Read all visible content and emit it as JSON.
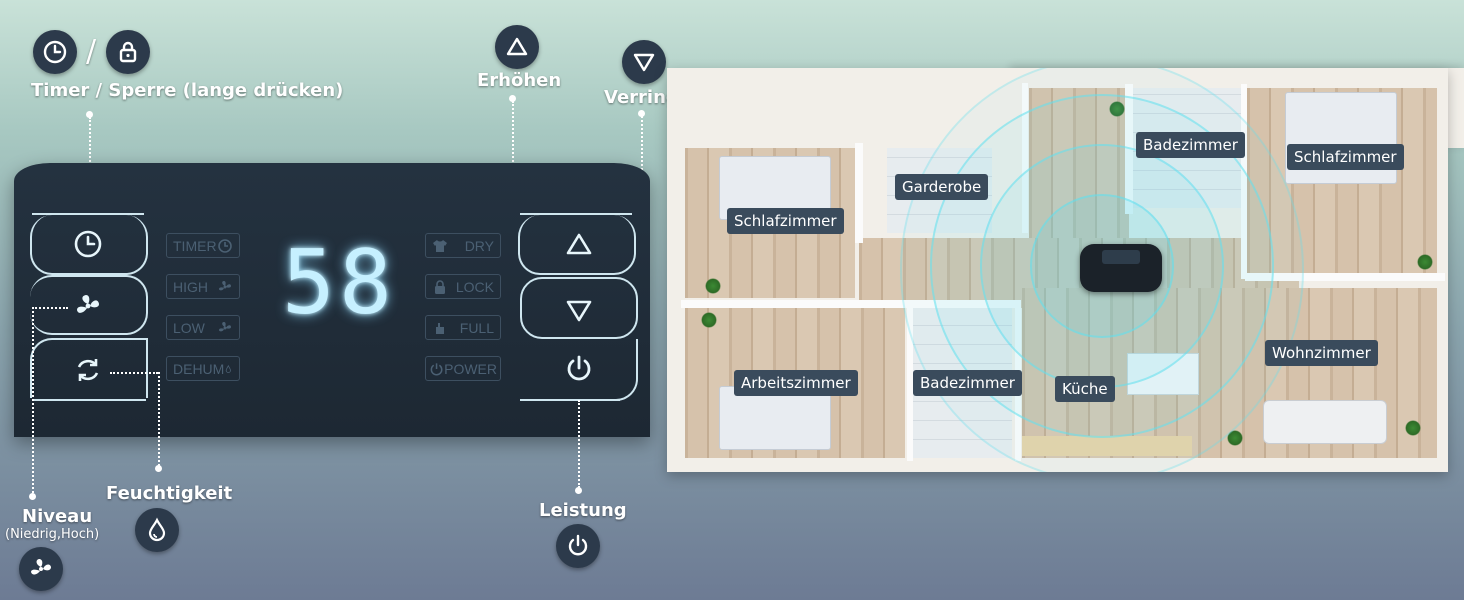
{
  "callouts": {
    "timer_lock": "Timer / Sperre (lange drücken)",
    "slash": "/",
    "increase": "Erhöhen",
    "decrease": "Verringern",
    "level": "Niveau",
    "level_sub": "(Niedrig,Hoch)",
    "humidity": "Feuchtigkeit",
    "power": "Leistung"
  },
  "panel": {
    "display_value": "58",
    "indicators_left": [
      "TIMER",
      "HIGH",
      "LOW",
      "DEHUM"
    ],
    "indicators_right": [
      "DRY",
      "LOCK",
      "FULL",
      "POWER"
    ]
  },
  "floorplan": {
    "rooms": [
      "Schlafzimmer",
      "Garderobe",
      "Badezimmer",
      "Schlafzimmer",
      "Arbeitszimmer",
      "Badezimmer",
      "Küche",
      "Wohnzimmer"
    ]
  },
  "icons": {
    "timer": "clock-icon",
    "lock": "padlock-icon",
    "up": "triangle-up-icon",
    "down": "triangle-down-icon",
    "fan": "fan-icon",
    "humidity": "cycle-arrows-icon",
    "power": "power-icon",
    "drop": "water-drop-icon"
  },
  "colors": {
    "panel": "#1f2b36",
    "display_glow": "#c6f0ff",
    "label_bg": "#3a4b5c",
    "ring": "#64e1f0"
  }
}
